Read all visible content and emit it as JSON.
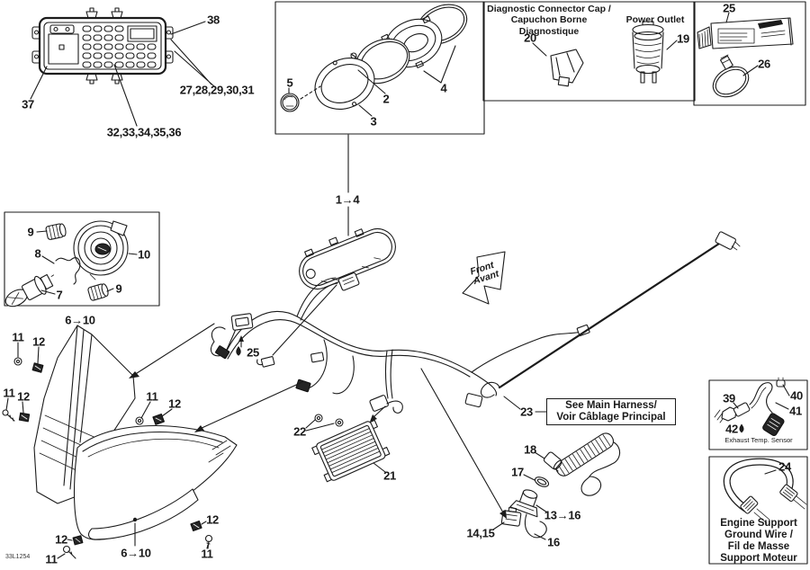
{
  "doc_code": "33L1254",
  "front_arrow": {
    "line1": "Front",
    "line2": "Avant"
  },
  "boxes": {
    "diagnostic": {
      "title1": "Diagnostic Connector Cap /",
      "title2": "Capuchon Borne Diagnostique",
      "power_outlet": "Power Outlet"
    },
    "harness_note": {
      "line1": "See Main Harness/",
      "line2": "Voir Câblage Principal"
    },
    "exhaust": {
      "caption": "Exhaust Temp. Sensor"
    },
    "ground": {
      "line1": "Engine Support",
      "line2": "Ground Wire /",
      "line3": "Fil de Masse",
      "line4": "Support Moteur"
    }
  },
  "callouts": {
    "n2": "2",
    "n3": "3",
    "n4": "4",
    "n5": "5",
    "n7": "7",
    "n8": "8",
    "n9": "9",
    "n10": "10",
    "n11": "11",
    "n12": "12",
    "n16": "16",
    "n17": "17",
    "n18": "18",
    "n19": "19",
    "n20": "20",
    "n21": "21",
    "n22": "22",
    "n23": "23",
    "n24": "24",
    "n25": "25",
    "n26": "26",
    "n37": "37",
    "n38": "38",
    "n39": "39",
    "n40": "40",
    "n41": "41",
    "n42": "42",
    "r1_4": "1→4",
    "r6_10": "6→10",
    "r13_16": "13→16",
    "r14_15": "14,15",
    "r27_31": "27,28,29,30,31",
    "r32_36": "32,33,34,35,36"
  }
}
